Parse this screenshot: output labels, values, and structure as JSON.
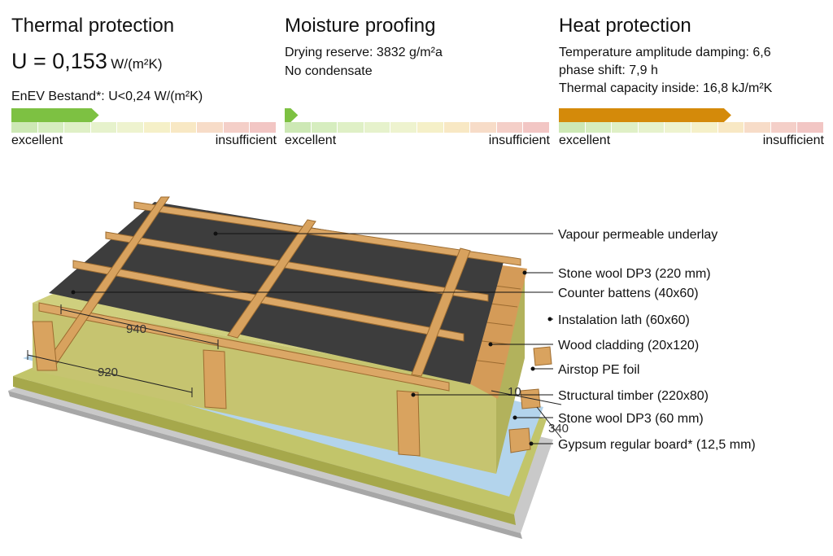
{
  "panels": [
    {
      "title": "Thermal protection",
      "u_label": "U = 0,153",
      "u_unit": "W/(m²K)",
      "line1": "EnEV Bestand*: U<0,24 W/(m²K)",
      "indicator_fraction": 0.33,
      "indicator_color": "#7dc142",
      "label_left": "excellent",
      "label_right": "insufficient"
    },
    {
      "title": "Moisture proofing",
      "line1": "Drying reserve: 3832 g/m²a",
      "line2": "No condensate",
      "indicator_fraction": 0.05,
      "indicator_color": "#7dc142",
      "label_left": "excellent",
      "label_right": "insufficient"
    },
    {
      "title": "Heat protection",
      "line1": "Temperature amplitude damping: 6,6",
      "line2": "phase shift: 7,9 h",
      "line3": "Thermal capacity inside: 16,8 kJ/m²K",
      "indicator_fraction": 0.65,
      "indicator_color": "#d48a0a",
      "label_left": "excellent",
      "label_right": "insufficient"
    }
  ],
  "scale_colors": [
    "#cde8b5",
    "#d6edbf",
    "#dff0c6",
    "#e6f2cc",
    "#eef3cf",
    "#f5f0c8",
    "#f8e8c4",
    "#f7dcc8",
    "#f4cfc8",
    "#f2c6c4"
  ],
  "callouts": [
    "Vapour permeable underlay",
    "Stone wool DP3 (220 mm)",
    "Counter battens (40x60)",
    "Instalation lath (60x60)",
    "Wood cladding (20x120)",
    "Airstop PE foil",
    "Structural timber (220x80)",
    "Stone wool DP3 (60 mm)",
    "Gypsum regular board* (12,5 mm)"
  ],
  "dimensions": [
    "940",
    "920",
    "10",
    "340"
  ],
  "colors": {
    "wood": "#d9a45e",
    "wood_dark": "#b57d3a",
    "insulation": "#c8c86a",
    "membrane": "#3a3a3a",
    "foil": "#a9cde8",
    "gypsum": "#c4c4c4"
  }
}
